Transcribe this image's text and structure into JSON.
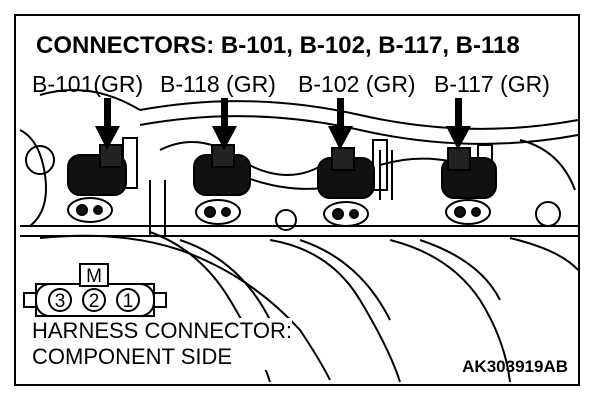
{
  "diagram": {
    "title": "CONNECTORS: B-101, B-102, B-117, B-118",
    "connector_labels": [
      "B-101(GR)",
      "B-118 (GR)",
      "B-102 (GR)",
      "B-117 (GR)"
    ],
    "connector_face": {
      "key_label": "M",
      "pins": [
        "3",
        "2",
        "1"
      ]
    },
    "caption": {
      "line1": "HARNESS CONNECTOR:",
      "line2": "COMPONENT SIDE"
    },
    "figure_code": "AK303919AB"
  }
}
